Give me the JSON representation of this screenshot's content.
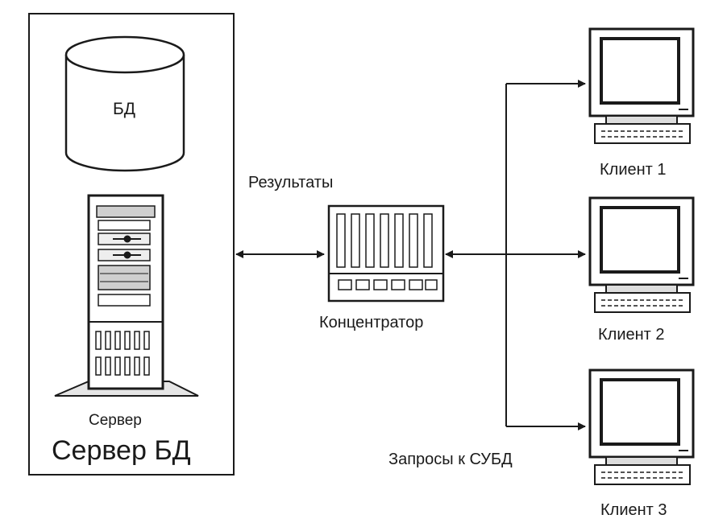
{
  "labels": {
    "database": "БД",
    "results": "Результаты",
    "hub": "Концентратор",
    "server_caption": "Сервер",
    "server_db": "Сервер БД",
    "requests": "Запросы к СУБД"
  },
  "clients": [
    {
      "label": "Клиент 1"
    },
    {
      "label": "Клиент 2"
    },
    {
      "label": "Клиент 3"
    }
  ],
  "colors": {
    "stroke": "#1a1a1a",
    "fill": "#ffffff",
    "shade": "#d8d8d8"
  }
}
